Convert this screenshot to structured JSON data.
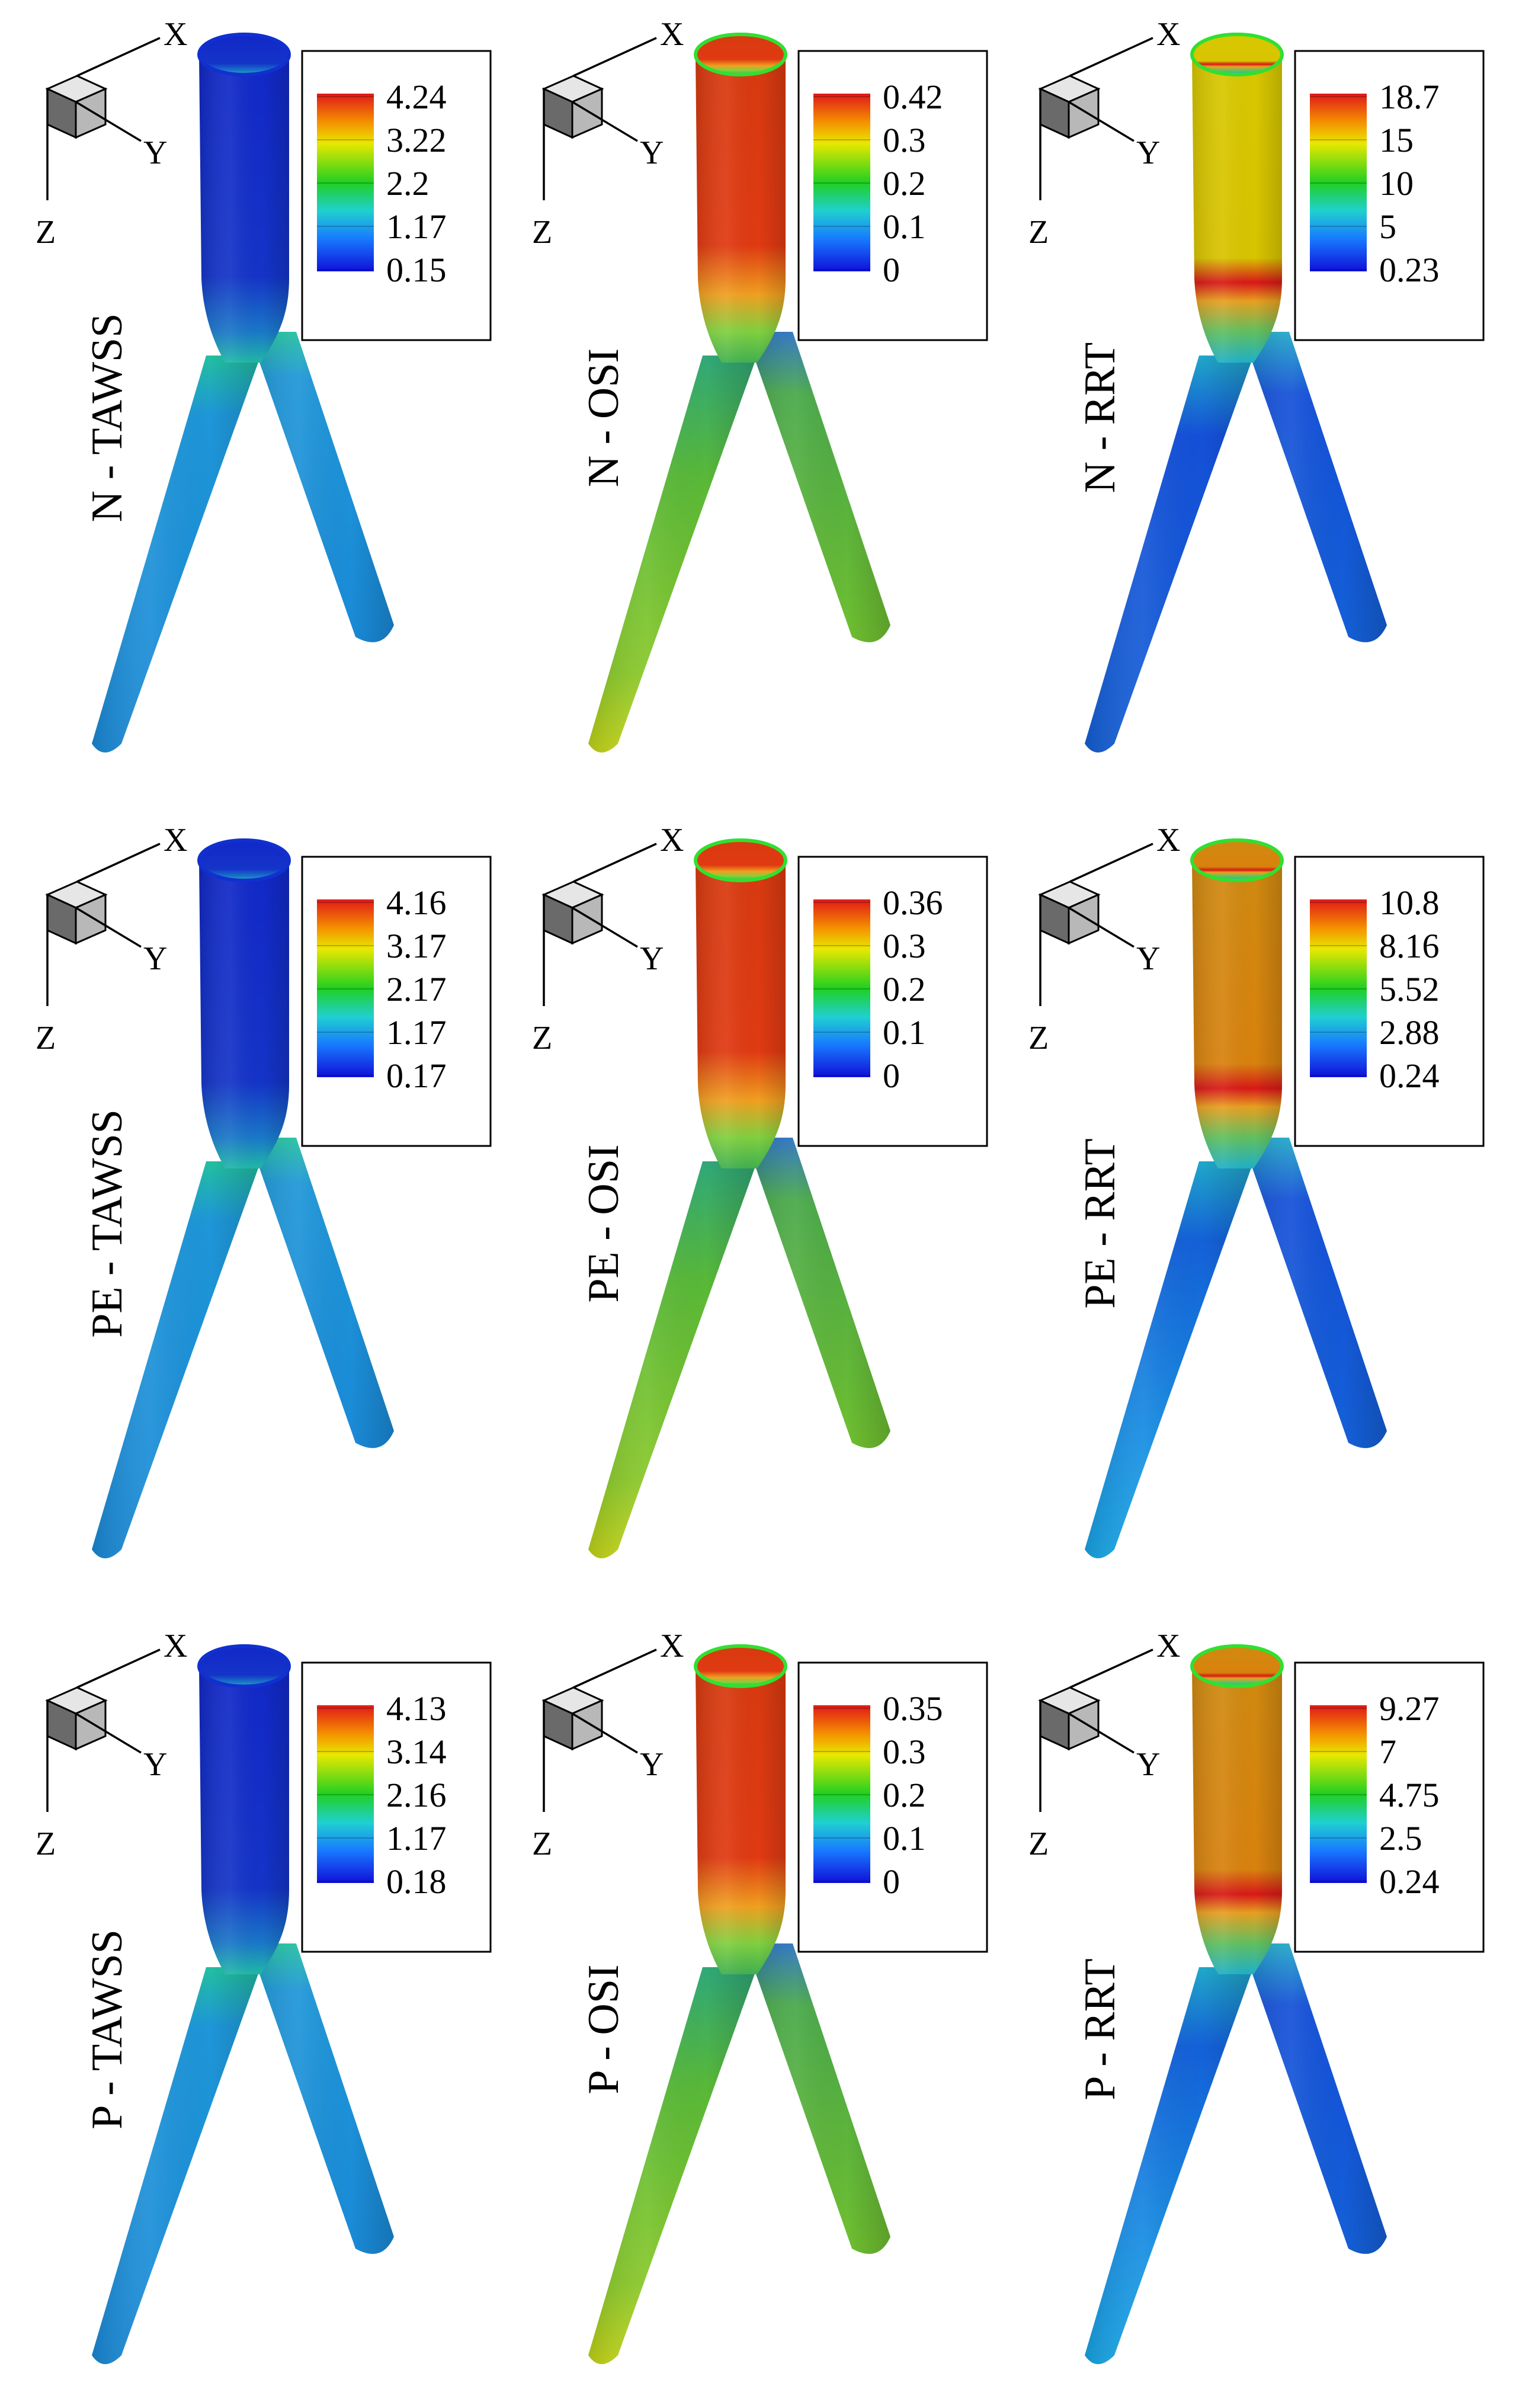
{
  "figure": {
    "axis_labels": {
      "x": "X",
      "y": "Y",
      "z": "Z"
    },
    "panels": [
      {
        "label": "N - TAWSS",
        "colormap": "tawss",
        "legend": [
          "4.24",
          "3.22",
          "2.2",
          "1.17",
          "0.15"
        ]
      },
      {
        "label": "N - OSI",
        "colormap": "osi_n",
        "legend": [
          "0.42",
          "0.3",
          "0.2",
          "0.1",
          "0"
        ]
      },
      {
        "label": "N - RRT",
        "colormap": "rrt_n",
        "legend": [
          "18.7",
          "15",
          "10",
          "5",
          "0.23"
        ]
      },
      {
        "label": "PE - TAWSS",
        "colormap": "tawss",
        "legend": [
          "4.16",
          "3.17",
          "2.17",
          "1.17",
          "0.17"
        ]
      },
      {
        "label": "PE - OSI",
        "colormap": "osi",
        "legend": [
          "0.36",
          "0.3",
          "0.2",
          "0.1",
          "0"
        ]
      },
      {
        "label": "PE - RRT",
        "colormap": "rrt",
        "legend": [
          "10.8",
          "8.16",
          "5.52",
          "2.88",
          "0.24"
        ]
      },
      {
        "label": "P - TAWSS",
        "colormap": "tawss",
        "legend": [
          "4.13",
          "3.14",
          "2.16",
          "1.17",
          "0.18"
        ]
      },
      {
        "label": "P - OSI",
        "colormap": "osi",
        "legend": [
          "0.35",
          "0.3",
          "0.2",
          "0.1",
          "0"
        ]
      },
      {
        "label": "P - RRT",
        "colormap": "rrt",
        "legend": [
          "9.27",
          "7",
          "4.75",
          "2.5",
          "0.24"
        ]
      }
    ],
    "colors": {
      "rainbow": [
        "#e02020",
        "#f5a000",
        "#e8e800",
        "#30d030",
        "#20c8c8",
        "#1870ff",
        "#1010d8"
      ],
      "tawss_trunk": "#1228c8",
      "tawss_junction": "#20b8a8",
      "tawss_branch": "#1e90d8",
      "osi_trunk": "#d83a10",
      "osi_junction": "#48c040",
      "osi_branch": "#58b830",
      "osi_branch_tip": "#b8d018",
      "rrt_trunk_n": "#d8c800",
      "rrt_trunk": "#d08a10",
      "rrt_band": "#d81818",
      "rrt_junction": "#20b0c8",
      "rrt_branch": "#1450d8",
      "rim": "#30e030"
    }
  }
}
